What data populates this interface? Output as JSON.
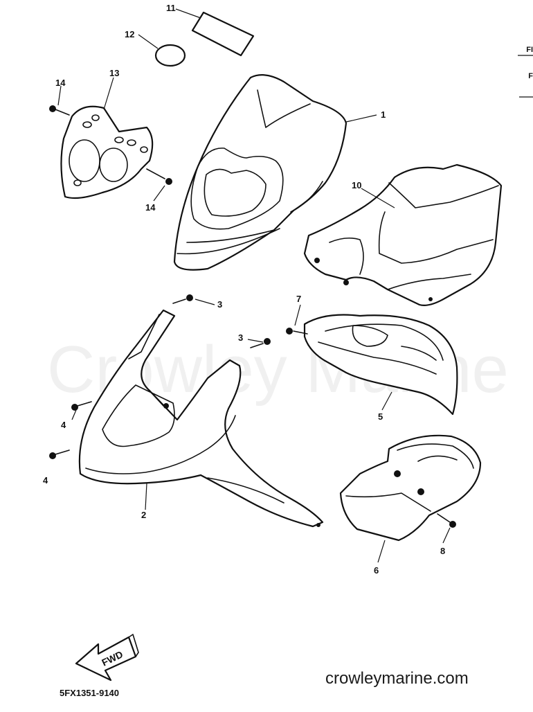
{
  "watermark": "Crowley Marine",
  "site": "crowleymarine.com",
  "code": "5FX1351-9140",
  "fwd_label": "FWD",
  "side_fragments": [
    "FI",
    "F"
  ],
  "callouts": {
    "p1": "1",
    "p2": "2",
    "p3a": "3",
    "p3b": "3",
    "p4a": "4",
    "p4b": "4",
    "p5": "5",
    "p6": "6",
    "p7": "7",
    "p8": "8",
    "p10": "10",
    "p11": "11",
    "p12": "12",
    "p13": "13",
    "p14a": "14",
    "p14b": "14"
  }
}
